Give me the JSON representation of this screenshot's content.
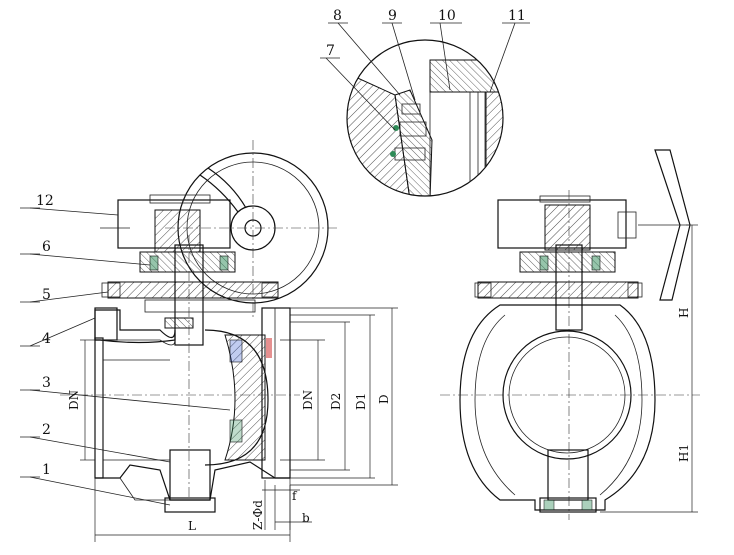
{
  "part_labels": {
    "p1": "1",
    "p2": "2",
    "p3": "3",
    "p4": "4",
    "p5": "5",
    "p6": "6",
    "p7": "7",
    "p8": "8",
    "p9": "9",
    "p10": "10",
    "p11": "11",
    "p12": "12"
  },
  "dimension_labels": {
    "dn_left": "DN",
    "dn_right": "DN",
    "d2": "D2",
    "d1": "D1",
    "d": "D",
    "l": "L",
    "f": "f",
    "b": "b",
    "z_phi_d": "Z-Φd",
    "h": "H",
    "h1": "H1"
  },
  "colors": {
    "line": "#111111",
    "seal_green": "#2e8b57",
    "seal_red": "#cc2222",
    "seal_blue": "#3355cc"
  }
}
